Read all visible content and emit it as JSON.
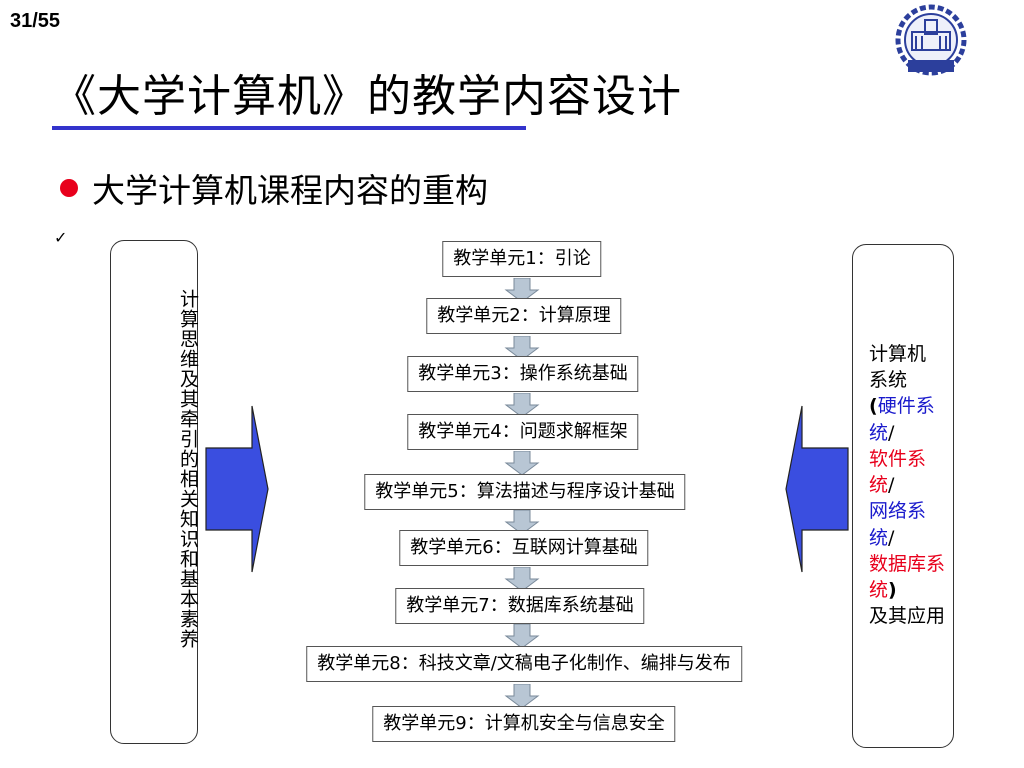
{
  "page_num": "31/55",
  "title": "《大学计算机》的教学内容设计",
  "bullet": "大学计算机课程内容的重构",
  "check_mark": "✓",
  "left_box_text": "计算思维及其牵引的相关知识和基本素养",
  "units": [
    "教学单元1：引论",
    "教学单元2：计算原理",
    "教学单元3：操作系统基础",
    "教学单元4：问题求解框架",
    "教学单元5：算法描述与程序设计基础",
    "教学单元6：互联网计算基础",
    "教学单元7：数据库系统基础",
    "教学单元8：科技文章/文稿电子化制作、编排与发布",
    "教学单元9：计算机安全与信息安全"
  ],
  "right_box": {
    "line1": "计算机",
    "line2": "系统",
    "paren_open": "(",
    "hw": "硬件系统",
    "slash1": "/",
    "sw": "软件系统",
    "slash2": "/",
    "net": "网络系统",
    "slash3": "/",
    "db": "数据库系统",
    "paren_close": ")",
    "tail": "及其应用"
  },
  "colors": {
    "accent_blue": "#3333cc",
    "bullet_red": "#e8001c",
    "arrow_blue": "#3a4ee0",
    "connector": "#b8c6d4"
  },
  "icons": {
    "logo": "university-emblem-icon",
    "bullet": "red-dot-icon",
    "check": "checkmark-icon",
    "left_arrow": "right-pointing-arrow-icon",
    "right_arrow": "left-pointing-arrow-icon",
    "connectors": "down-arrow-icon"
  }
}
